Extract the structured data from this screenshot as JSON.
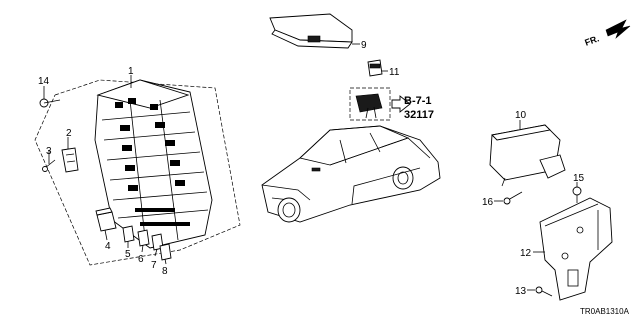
{
  "callouts": {
    "n1": "1",
    "n2": "2",
    "n3": "3",
    "n4": "4",
    "n5": "5",
    "n6": "6",
    "n7": "7",
    "n8": "8",
    "n9": "9",
    "n10": "10",
    "n11": "11",
    "n12": "12",
    "n13": "13",
    "n14": "14",
    "n15": "15",
    "n16": "16"
  },
  "reference": {
    "section": "B-7-1",
    "number": "32117"
  },
  "front_marker": "FR.",
  "diagram_code": "TR0AB1310A"
}
